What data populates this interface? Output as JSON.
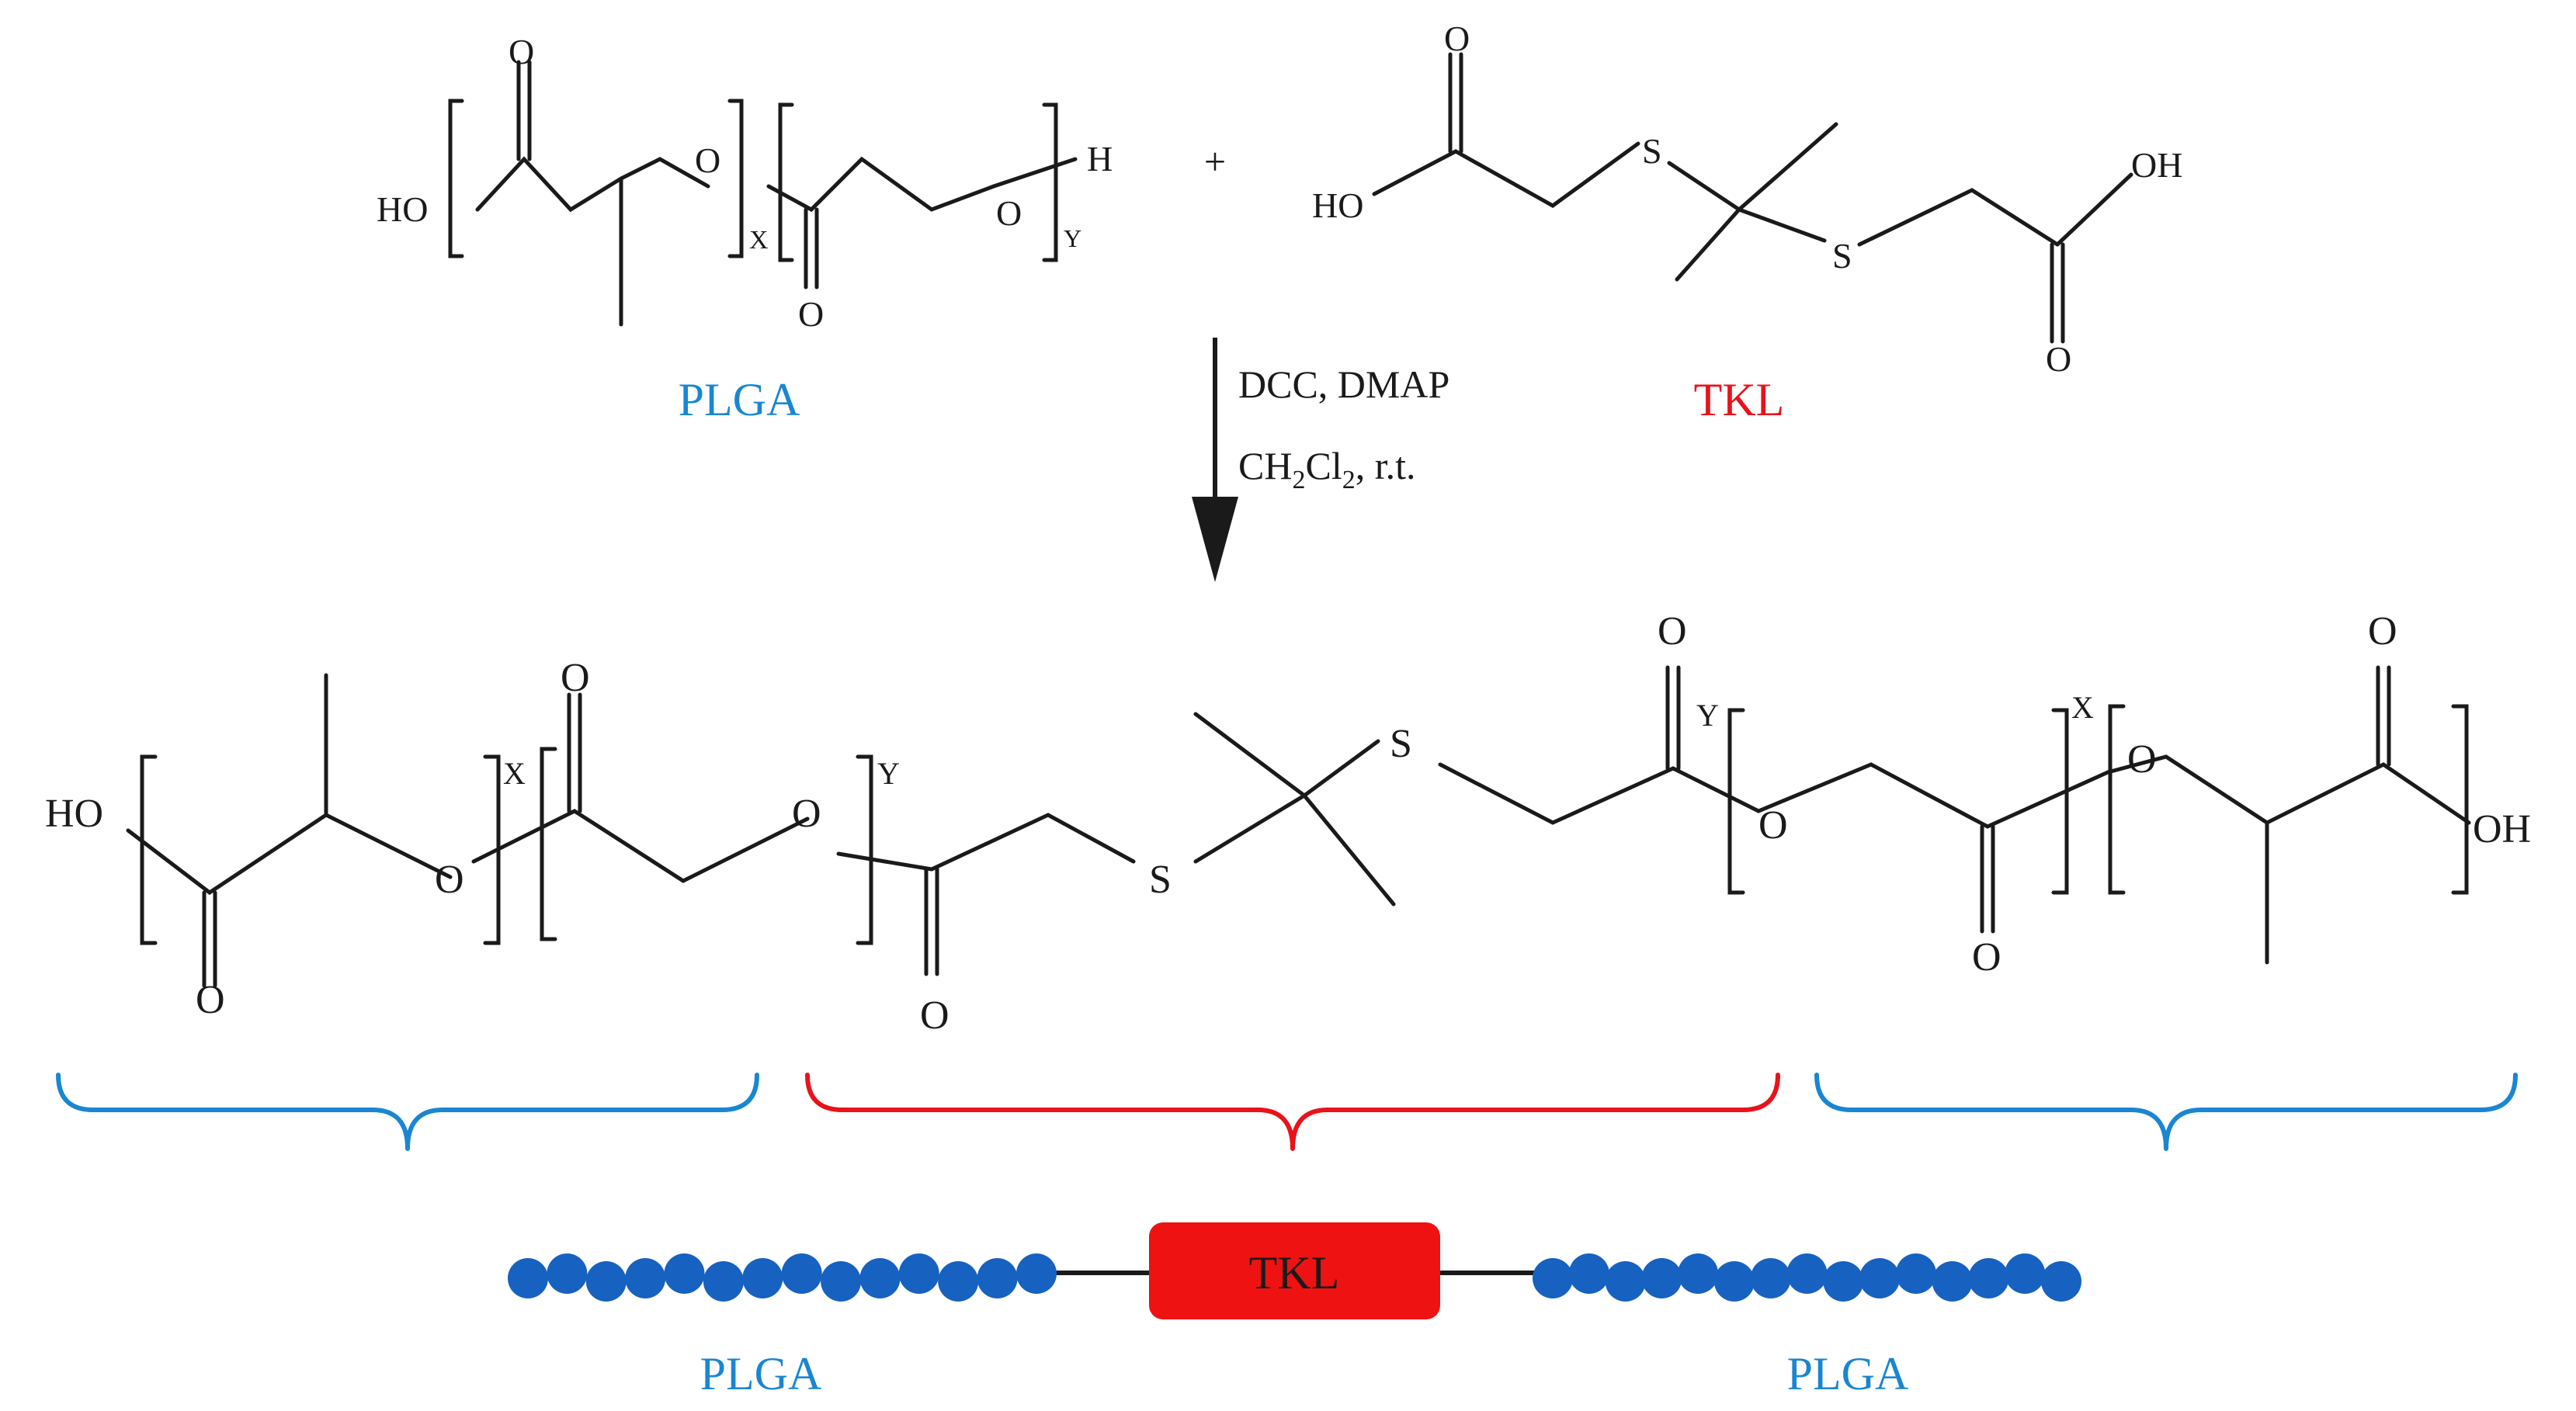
{
  "colors": {
    "bond": "#1a1a1a",
    "plga": "#1a86d1",
    "tkl": "#e8131b",
    "bead": "#1761c0",
    "tkl_box": "#ee1212"
  },
  "reactants": {
    "plga": {
      "atoms": {
        "ho": "HO",
        "o_carbonyl": "O",
        "o_ester": "O",
        "sub_x": "X",
        "o_carbonyl2": "O",
        "o_ester2": "O",
        "sub_y": "Y",
        "h_end": "H"
      },
      "label": "PLGA"
    },
    "plus": "+",
    "tkl": {
      "atoms": {
        "ho": "HO",
        "o_carbonyl": "O",
        "s1": "S",
        "s2": "S",
        "oh": "OH",
        "o_carbonyl2": "O"
      },
      "label": "TKL"
    }
  },
  "conditions": {
    "line1": "DCC, DMAP",
    "line2_prefix": "CH",
    "line2_sub1": "2",
    "line2_mid": "Cl",
    "line2_sub2": "2",
    "line2_suffix": ", r.t."
  },
  "product": {
    "atoms": {
      "ho": "HO",
      "o_carbonyl_a": "O",
      "o_ester_a": "O",
      "sub_x_a": "X",
      "o_carbonyl_b": "O",
      "o_ester_b": "O",
      "sub_y_a": "Y",
      "o_carbonyl_c": "O",
      "s1": "S",
      "s2": "S",
      "o_carbonyl_d": "O",
      "sub_y_b": "Y",
      "o_ester_c": "O",
      "o_carbonyl_e": "O",
      "sub_x_b": "X",
      "o_ester_d": "O",
      "o_carbonyl_f": "O",
      "oh": "OH"
    }
  },
  "schematic": {
    "left_label": "PLGA",
    "center_label": "TKL",
    "right_label": "PLGA",
    "left_bead_count": 14,
    "right_bead_count": 15
  }
}
